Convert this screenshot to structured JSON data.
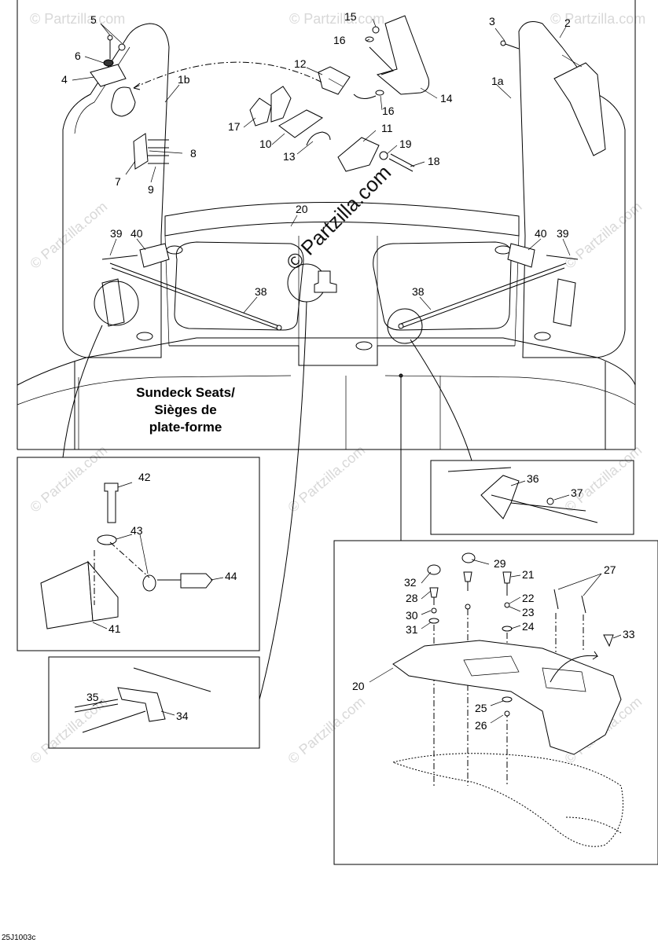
{
  "diagram": {
    "title_lines": [
      "Sundeck Seats/",
      "Sièges de",
      "plate-forme"
    ],
    "reference_code": "25J1003c",
    "watermark_main": "© Partzilla.com",
    "watermark_faint": "© Partzilla.com",
    "callouts": {
      "c1a": "1a",
      "c1b": "1b",
      "c2": "2",
      "c3": "3",
      "c4": "4",
      "c5": "5",
      "c6": "6",
      "c7": "7",
      "c8": "8",
      "c9": "9",
      "c10": "10",
      "c11": "11",
      "c12": "12",
      "c13": "13",
      "c14": "14",
      "c15": "15",
      "c16a": "16",
      "c16b": "16",
      "c17": "17",
      "c18": "18",
      "c19": "19",
      "c20a": "20",
      "c20b": "20",
      "c21": "21",
      "c22": "22",
      "c23": "23",
      "c24": "24",
      "c25": "25",
      "c26": "26",
      "c27": "27",
      "c28": "28",
      "c29": "29",
      "c30": "30",
      "c31": "31",
      "c32": "32",
      "c33": "33",
      "c34": "34",
      "c35": "35",
      "c36": "36",
      "c37": "37",
      "c38a": "38",
      "c38b": "38",
      "c39a": "39",
      "c39b": "39",
      "c40a": "40",
      "c40b": "40",
      "c41": "41",
      "c42": "42",
      "c43": "43",
      "c44": "44"
    }
  }
}
